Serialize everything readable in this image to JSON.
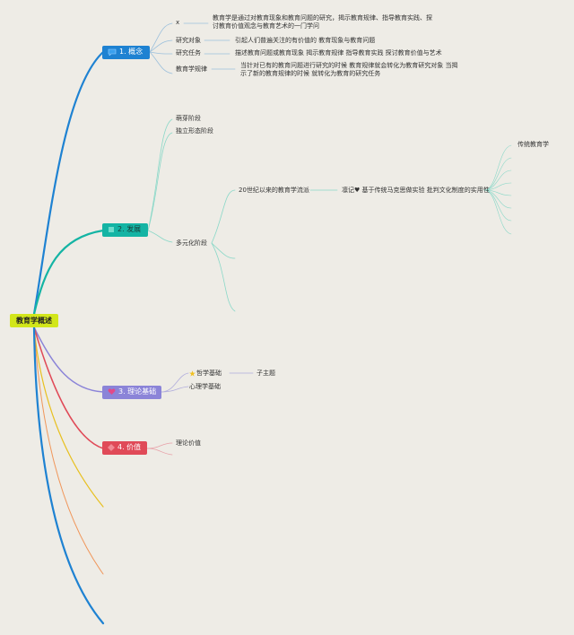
{
  "root": "教育学概述",
  "branches": [
    {
      "label": "1. 概念",
      "color": "#1e82d2"
    },
    {
      "label": "2. 发展",
      "color": "#14b4a4"
    },
    {
      "label": "3. 理论基础",
      "color": "#8b84d8"
    },
    {
      "label": "4. 价值",
      "color": "#e04a58"
    }
  ],
  "concept": {
    "x_label": "x",
    "definition": "教育学是通过对教育现象和教育问题的研究，揭示教育规律、指导教育实践、探讨教育价值观念与教育艺术的一门学问",
    "items": [
      {
        "label": "研究对象",
        "detail": "引起人们普遍关注的有价值的 教育现象与教育问题"
      },
      {
        "label": "研究任务",
        "detail": "描述教育问题或教育现象 揭示教育规律 指导教育实践 探讨教育价值与艺术"
      },
      {
        "label": "教育学规律",
        "detail": "当针对已有的教育问题进行研究的时候 教育规律就会转化为教育研究对象 当揭示了新的教育规律的时候 就转化为教育的研究任务"
      }
    ]
  },
  "development": {
    "stages": [
      "萌芽阶段",
      "独立形态阶段",
      "多元化阶段"
    ],
    "school": "20世纪以来的教育学流派",
    "critical": "凛记♥ 基于传统马克思做实验 批判文化制度的实用性",
    "traditional": "传统教育学"
  },
  "theory": {
    "items": [
      "哲学基础",
      "心理学基础"
    ],
    "subtopic": "子主题"
  },
  "value": {
    "items": [
      "理论价值"
    ]
  }
}
